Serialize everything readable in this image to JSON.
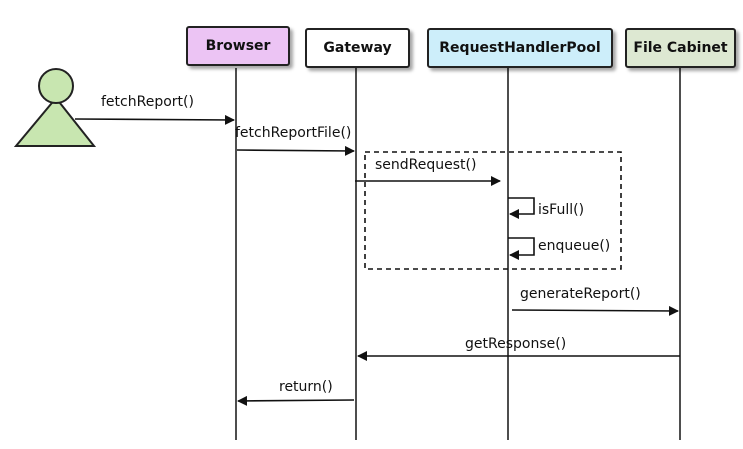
{
  "actor": {
    "icon": "user-actor-icon",
    "color": "#c8e6b0"
  },
  "lifelines": [
    {
      "id": "browser",
      "label": "Browser",
      "color": "#ecc4f4"
    },
    {
      "id": "gateway",
      "label": "Gateway",
      "color": "#ffffff"
    },
    {
      "id": "pool",
      "label": "RequestHandlerPool",
      "color": "#cdeefa"
    },
    {
      "id": "cabinet",
      "label": "File Cabinet",
      "color": "#dde8d2"
    }
  ],
  "messages": [
    {
      "id": "fetch-report",
      "label": "fetchReport()",
      "from": "actor",
      "to": "browser"
    },
    {
      "id": "fetch-report-file",
      "label": "fetchReportFile()",
      "from": "browser",
      "to": "gateway"
    },
    {
      "id": "send-request",
      "label": "sendRequest()",
      "from": "gateway",
      "to": "pool"
    },
    {
      "id": "is-full",
      "label": "isFull()",
      "from": "pool",
      "to": "pool"
    },
    {
      "id": "enqueue",
      "label": "enqueue()",
      "from": "pool",
      "to": "pool"
    },
    {
      "id": "generate-report",
      "label": "generateReport()",
      "from": "pool",
      "to": "cabinet"
    },
    {
      "id": "get-response",
      "label": "getResponse()",
      "from": "cabinet",
      "to": "gateway"
    },
    {
      "id": "return",
      "label": "return()",
      "from": "gateway",
      "to": "browser"
    }
  ],
  "fragment": {
    "style": "dashed"
  }
}
